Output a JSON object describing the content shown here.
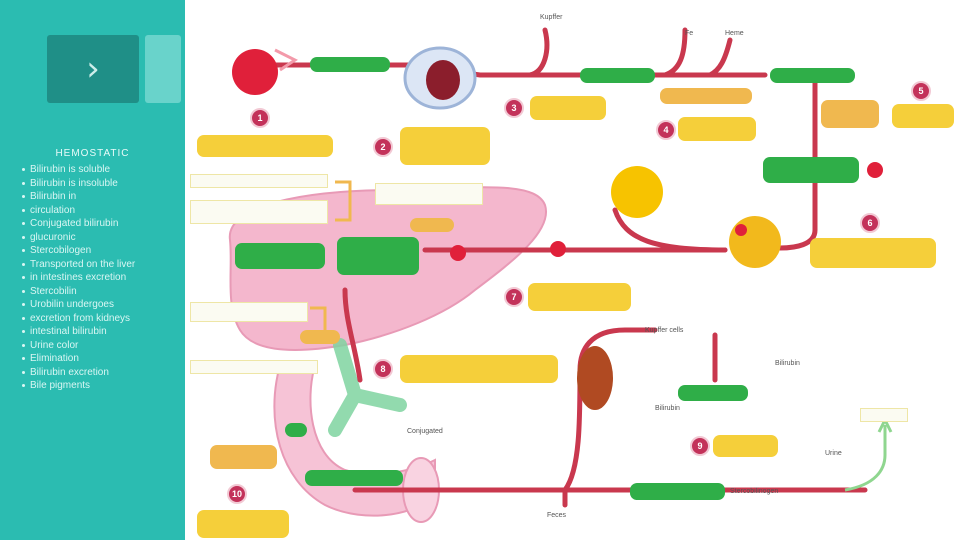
{
  "sidebar": {
    "nav_glyph": "›",
    "title": "HEMOSTATIC",
    "items": [
      "Bilirubin is soluble",
      "Bilirubin is insoluble",
      "Bilirubin in",
      "circulation",
      "Conjugated bilirubin",
      "glucuronic",
      "Stercobilogen",
      "Transported on the liver",
      "in intestines excretion",
      "Stercobilin",
      "Urobilin undergoes",
      "excretion from kidneys",
      "intestinal bilirubin",
      "Urine color",
      "Elimination",
      "Bilirubin excretion",
      "Bile pigments"
    ]
  },
  "diagram": {
    "top_labels": [
      "Kupffer",
      "Fe",
      "Heme"
    ],
    "side_labels": [
      "Bilirubin",
      "Urine",
      "Feces"
    ],
    "badges": [
      "1",
      "2",
      "3",
      "4",
      "5",
      "6",
      "7",
      "8",
      "9",
      "10"
    ],
    "box_labels": [
      "Kupffer cells",
      "Bilirubin",
      "Conjugated",
      "Stercobilinogen"
    ],
    "colors": {
      "sidebar_bg": "#2bbcb1",
      "green_box": "#2fae48",
      "yellow_box": "#f5cf3a",
      "orange_box": "#f0b84f",
      "badge": "#c3325a",
      "vessel": "#c9384e",
      "liver": "#f4b7cd"
    }
  }
}
